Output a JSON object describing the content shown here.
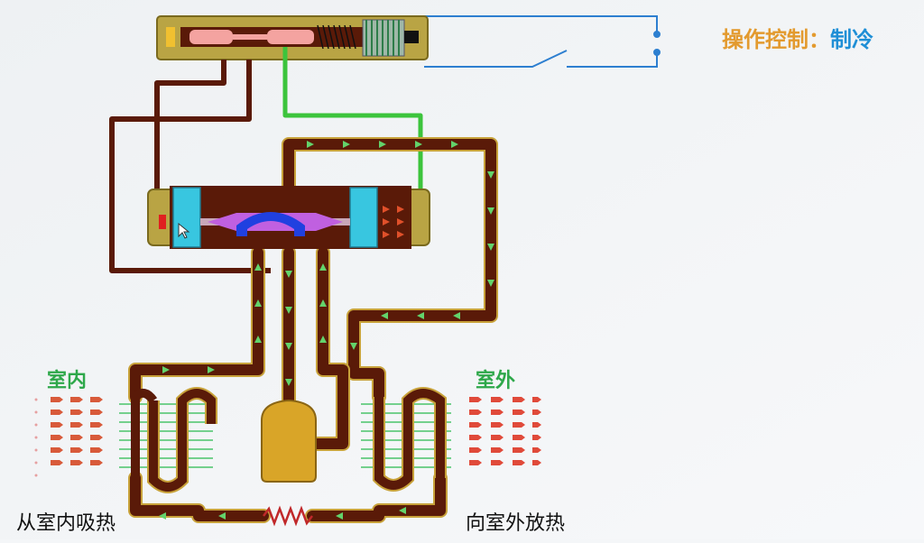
{
  "operation": {
    "label": "操作控制：",
    "mode": "制冷"
  },
  "indoor": {
    "zone_label": "室内",
    "caption": "从室内吸热"
  },
  "outdoor": {
    "zone_label": "室外",
    "caption": "向室外放热"
  },
  "colors": {
    "pipe": "#5a1a08",
    "pipe_outline": "#c8a23a",
    "flow_arrow": "#63d36b",
    "pilot_line": "#3cc43c",
    "control_wire": "#2d7fd0",
    "valve_body": "#b9a444",
    "piston": "#38c6e0",
    "slide": "#2040e0",
    "compressor": "#d9a528",
    "heat_indoor": "#d85a3a",
    "heat_outdoor": "#e04a3a"
  },
  "icons": [
    "solenoid-coil-icon",
    "switch-icon",
    "compressor-icon",
    "capillary-tube-icon",
    "mouse-cursor-icon"
  ]
}
